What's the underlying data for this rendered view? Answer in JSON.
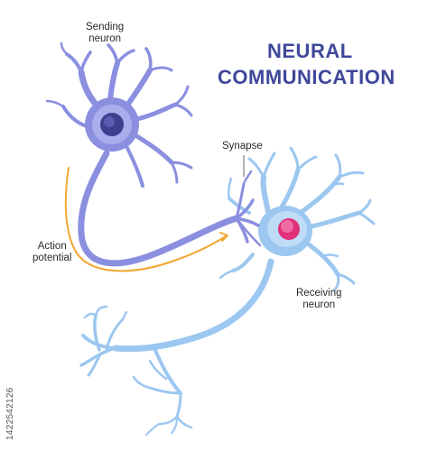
{
  "title": {
    "line1": "NEURAL",
    "line2": "COMMUNICATION"
  },
  "labels": {
    "sending": [
      "Sending",
      "neuron"
    ],
    "synapse": "Synapse",
    "action": [
      "Action",
      "potential"
    ],
    "receiving": [
      "Receiving",
      "neuron"
    ]
  },
  "stock_id": "1422542126",
  "colors": {
    "title": "#3f479b",
    "sending_neuron": "#8a8fe0",
    "sending_neuron_dark": "#6f73cc",
    "sending_nucleus": "#3d3f8f",
    "receiving_neuron": "#9cc7f0",
    "receiving_neuron_light": "#bfdcf7",
    "receiving_nucleus": "#e0307a",
    "signal_arrow": "#f2a630"
  }
}
